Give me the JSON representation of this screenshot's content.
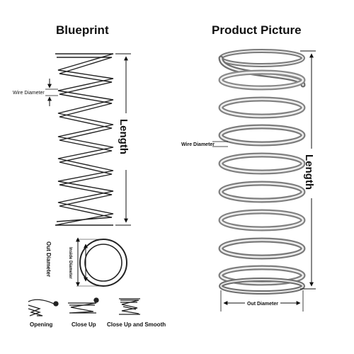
{
  "headers": {
    "blueprint": "Blueprint",
    "product_picture": "Product Picture"
  },
  "blueprint": {
    "wire_diameter_label": "Wire Diameter",
    "length_label": "Length",
    "out_diameter_label": "Out Diameter",
    "inside_diameter_label": "Inside Diameter"
  },
  "end_types": [
    {
      "label": "Opening"
    },
    {
      "label": "Close Up"
    },
    {
      "label": "Close Up and Smooth"
    }
  ],
  "product": {
    "wire_diameter_label": "Wire Diameter",
    "length_label": "Length",
    "out_diameter_label": "Out Diameter"
  },
  "colors": {
    "ink": "#111111",
    "steel_dark": "#7a7a7a",
    "steel_light": "#e8e8e8"
  }
}
